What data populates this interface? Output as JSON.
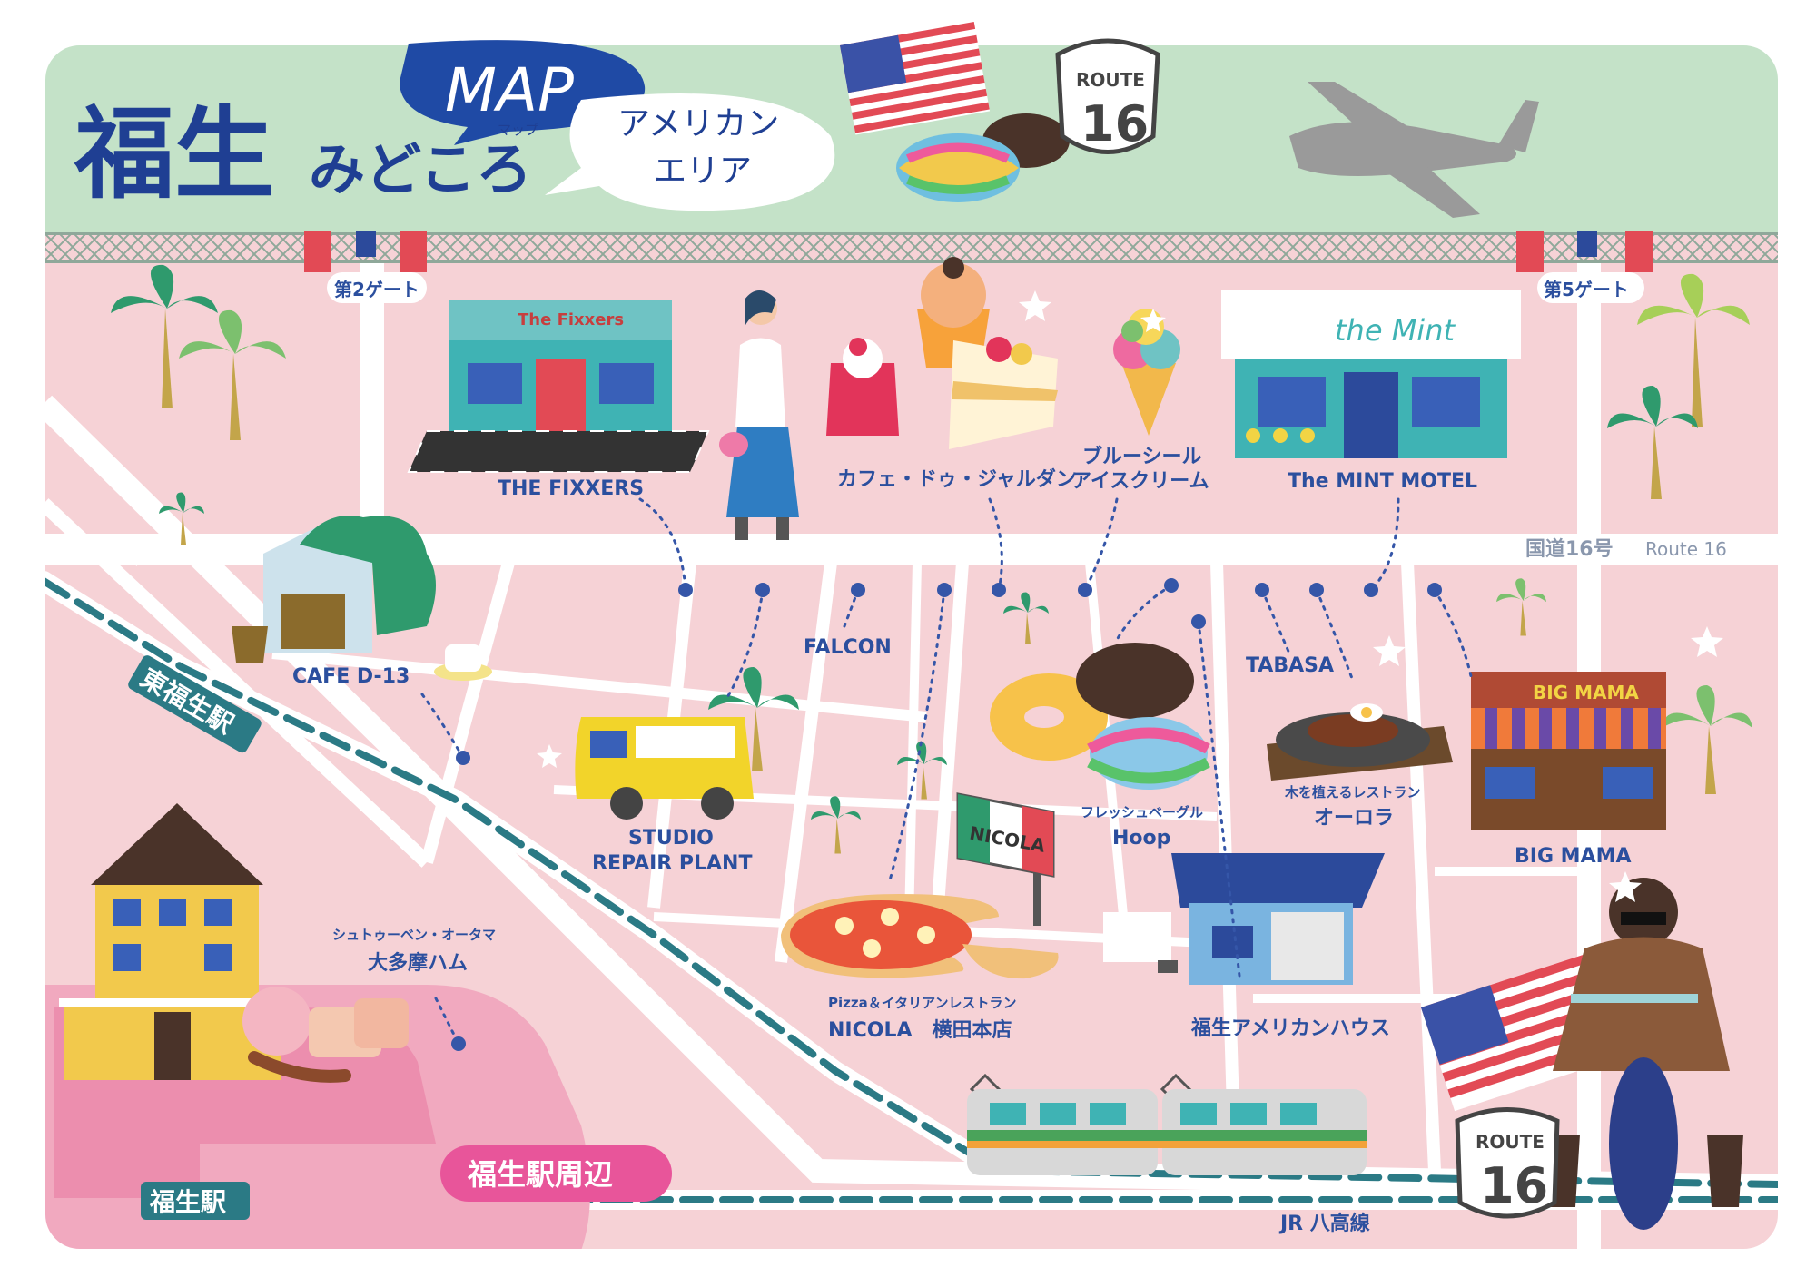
{
  "header": {
    "title": "福生みどころ",
    "title_part1": "福生",
    "title_part2": "みどころ",
    "map_word": "MAP",
    "map_ruby": "マップ",
    "area_line1": "アメリカン",
    "area_line2": "エリア"
  },
  "signs": {
    "route_word": "ROUTE",
    "route_number": "16"
  },
  "gates": {
    "gate2": "第2ゲート",
    "gate5": "第5ゲート"
  },
  "roads": {
    "route16": "国道16号",
    "route16_en": "Route 16",
    "jr_line": "JR 八高線"
  },
  "stations": {
    "higashi_fussa": "東福生駅",
    "fussa": "福生駅",
    "fussa_area": "福生駅周辺"
  },
  "places": {
    "fixxers": "THE FIXXERS",
    "fixxers_sign": "The Fixxers",
    "cafe_jardin": "カフェ・ドゥ・ジャルダン",
    "bluseal_1": "ブルーシール",
    "bluseal_2": "アイスクリーム",
    "mint_motel": "The MINT MOTEL",
    "mint_sign": "the Mint",
    "cafe_d13": "CAFE D-13",
    "falcon": "FALCON",
    "tabasa": "TABASA",
    "studio_1": "STUDIO",
    "studio_2": "REPAIR PLANT",
    "hoop_sub": "フレッシュベーグル",
    "hoop": "Hoop",
    "aurora_sub": "木を植えるレストラン",
    "aurora": "オーロラ",
    "big_mama": "BIG MAMA",
    "big_mama_sign": "BIG MAMA",
    "nicola_sign": "NICOLA",
    "nicola_sub": "Pizza＆イタリアンレストラン",
    "nicola": "NICOLA　横田本店",
    "ham_sub": "シュトゥーベン・オータマ",
    "ham": "大多摩ハム",
    "american_house": "福生アメリカンハウス"
  },
  "colors": {
    "base_green": "#c4e2c8",
    "map_pink": "#f6d2d6",
    "road_white": "#ffffff",
    "label_blue": "#2b4f9e",
    "station_teal": "#2b7a85",
    "station_pink": "#e86a9c"
  }
}
